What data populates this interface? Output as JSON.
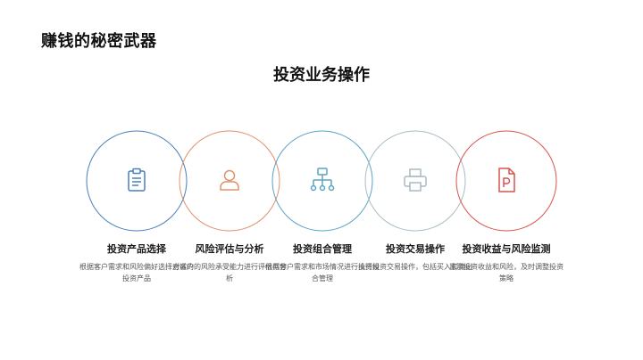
{
  "slide_title": "赚钱的秘密武器",
  "section_title": "投资业务操作",
  "colors": {
    "blue": "#4a7fb8",
    "orange": "#e0906a",
    "teal": "#5aa3c4",
    "gray": "#a8bcc4",
    "red": "#d9534f"
  },
  "steps": [
    {
      "title": "投资产品选择",
      "desc": "根据客户需求和风险偏好选择合适的投资产品",
      "icon": "clipboard-icon"
    },
    {
      "title": "风险评估与分析",
      "desc": "对客户的风险承受能力进行评估与分析",
      "icon": "user-icon"
    },
    {
      "title": "投资组合管理",
      "desc": "根据客户需求和市场情况进行投资组合管理",
      "icon": "hierarchy-icon"
    },
    {
      "title": "投资交易操作",
      "desc": "执行投资交易操作，包括买入和卖出",
      "icon": "printer-icon"
    },
    {
      "title": "投资收益与风险监测",
      "desc": "监测投资收益和风险，及时调整投资策略",
      "icon": "pdf-file-icon"
    }
  ]
}
